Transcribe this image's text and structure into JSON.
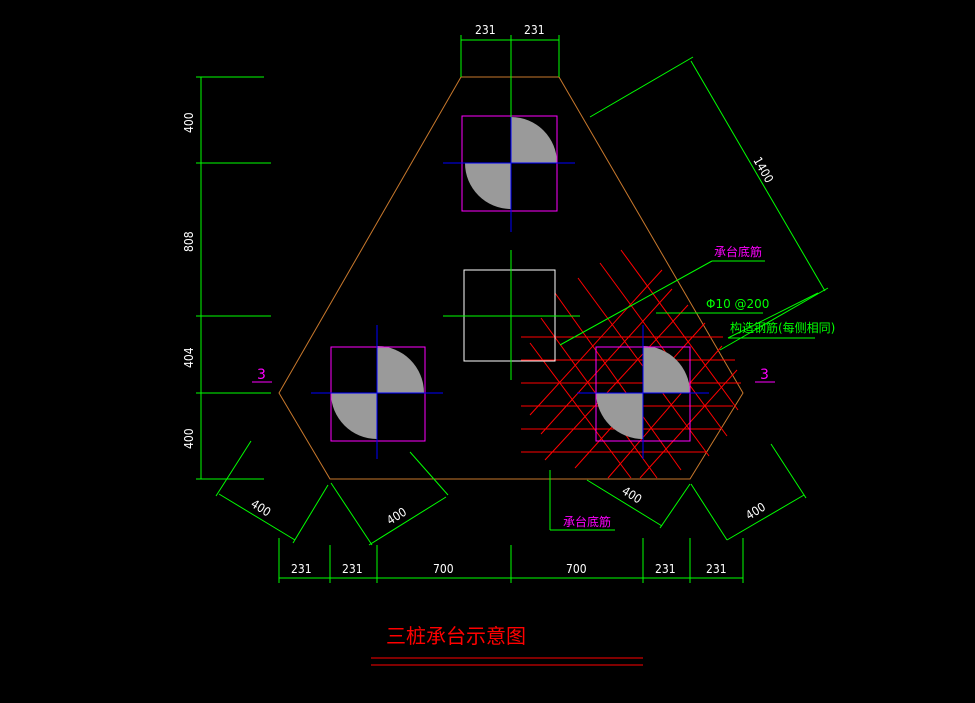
{
  "colors": {
    "background": "#000000",
    "outline": "#c8782c",
    "dimension": "#00ff00",
    "dimension_text": "#ffffff",
    "pile_box": "#ff00ff",
    "axis": "#0000ff",
    "column": "#ffffff",
    "rebar": "#ff0000",
    "quadrant_fill": "#9a9a9a",
    "label_magenta": "#ff00ff",
    "label_green": "#00ff00",
    "title": "#ff0000"
  },
  "dimensions": {
    "top": [
      "231",
      "231"
    ],
    "left_vertical": [
      "400",
      "808",
      "404",
      "400"
    ],
    "slope_top_right": "1400",
    "bottom_left_slope_a": "400",
    "bottom_left_slope_b": "400",
    "bottom_right_slope_a": "400",
    "bottom_right_slope_b": "400",
    "bottom_row": [
      "231",
      "231",
      "700",
      "700",
      "231",
      "231"
    ]
  },
  "section_marks": {
    "left": "3",
    "right": "3"
  },
  "callouts": {
    "cap_bottom_rebar_top": "承台底筋",
    "rebar_spec": "Φ10 @200",
    "constructional_rebar": "构造钢筋(每侧相同)",
    "cap_bottom_rebar_bottom": "承台底筋"
  },
  "title": "三桩承台示意图"
}
